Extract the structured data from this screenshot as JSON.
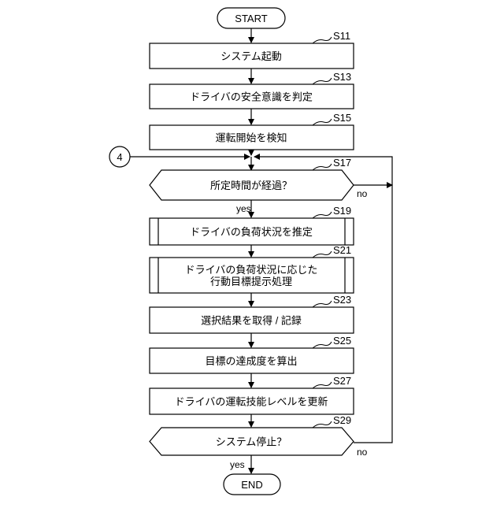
{
  "flowchart": {
    "start": "START",
    "end": "END",
    "connector": "4",
    "steps": [
      {
        "id": "S11",
        "text": [
          "システム起動"
        ],
        "kind": "process"
      },
      {
        "id": "S13",
        "text": [
          "ドライバの安全意識を判定"
        ],
        "kind": "process"
      },
      {
        "id": "S15",
        "text": [
          "運転開始を検知"
        ],
        "kind": "process"
      },
      {
        "id": "S17",
        "text": [
          "所定時間が経過？"
        ],
        "kind": "decision"
      },
      {
        "id": "S19",
        "text": [
          "ドライバの負荷状況を推定"
        ],
        "kind": "predefined"
      },
      {
        "id": "S21",
        "text": [
          "ドライバの負荷状況に応じた",
          "行動目標提示処理"
        ],
        "kind": "predefined"
      },
      {
        "id": "S23",
        "text": [
          "選択結果を取得 / 記録"
        ],
        "kind": "process"
      },
      {
        "id": "S25",
        "text": [
          "目標の達成度を算出"
        ],
        "kind": "process"
      },
      {
        "id": "S27",
        "text": [
          "ドライバの運転技能レベルを更新"
        ],
        "kind": "process"
      },
      {
        "id": "S29",
        "text": [
          "システム停止？"
        ],
        "kind": "decision"
      }
    ],
    "labels": {
      "s17_yes": "yes",
      "s17_no": "no",
      "s29_yes": "yes",
      "s29_no": "no"
    }
  }
}
